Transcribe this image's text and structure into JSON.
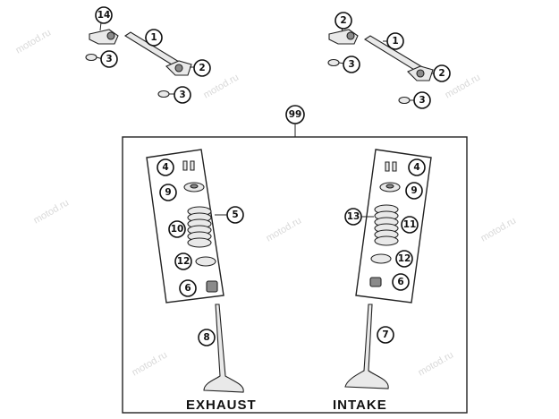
{
  "watermark": "motod.ru",
  "labels": {
    "rocker_l_14": "14",
    "shaft_l_1": "1",
    "washer_l_3a": "3",
    "rocker_l_2": "2",
    "washer_l_3b": "3",
    "rocker_r_2": "2",
    "shaft_r_1": "1",
    "washer_r_3a": "3",
    "rocker_r_2b": "2",
    "washer_r_3b": "3",
    "kit_99": "99",
    "ex_4": "4",
    "ex_9": "9",
    "ex_5": "5",
    "ex_10": "10",
    "ex_12": "12",
    "ex_6": "6",
    "ex_8": "8",
    "in_4": "4",
    "in_9": "9",
    "in_13": "13",
    "in_11": "11",
    "in_12": "12",
    "in_6": "6",
    "in_7": "7"
  },
  "captions": {
    "exhaust": "EXHAUST",
    "intake": "INTAKE"
  }
}
